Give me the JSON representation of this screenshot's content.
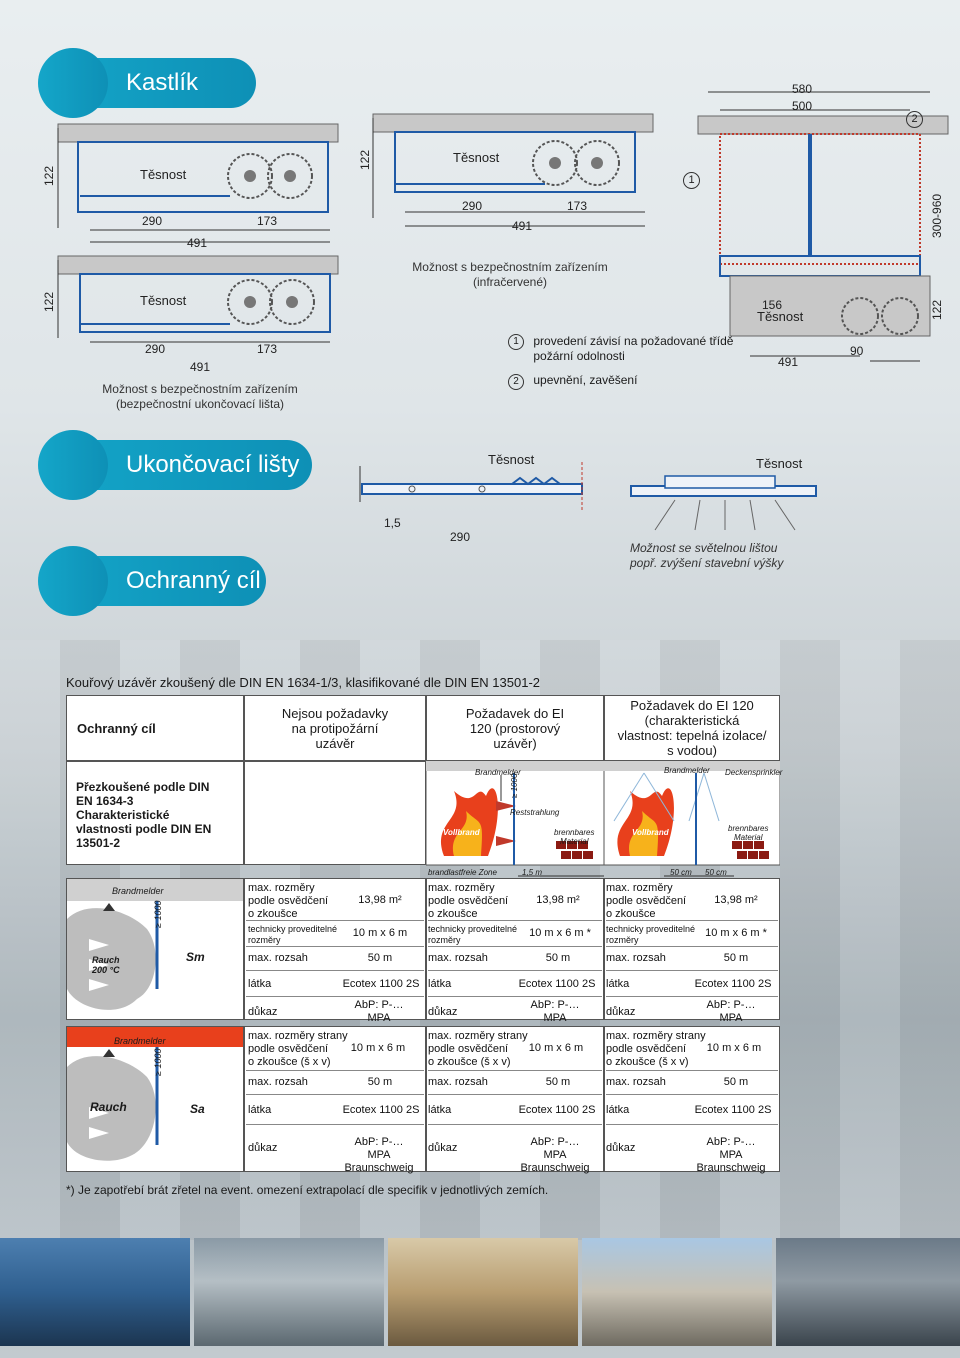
{
  "sections": {
    "kastlik": "Kastlík",
    "ukoncovaci_listy": "Ukončovací lišty",
    "ochranny_cil": "Ochranný cíl"
  },
  "top_drawings": {
    "d1": {
      "height": "122",
      "seal": "Těsnost",
      "w1": "290",
      "w2": "173",
      "total": "491"
    },
    "d2": {
      "height": "122",
      "seal": "Těsnost",
      "w1": "290",
      "w2": "173",
      "total": "491",
      "caption_line1": "Možnost s  bezpečnostním zařízením",
      "caption_line2": "(infračervené)"
    },
    "d3": {
      "height": "122",
      "seal": "Těsnost",
      "w1": "290",
      "w2": "173",
      "total": "491",
      "caption_line1": "Možnost s bezpečnostním zařízením",
      "caption_line2": "(bezpečnostní ukončovací lišta)"
    },
    "d4": {
      "dim_outer": "580",
      "dim_inner": "500",
      "marker1": "1",
      "marker2": "2",
      "height_range": "300-960",
      "height": "122",
      "seal_dim": "156",
      "seal": "Těsnost",
      "total": "491",
      "side": "90"
    }
  },
  "legend": [
    {
      "num": "1",
      "line1": "provedení závisí na požadované třídě",
      "line2": "požární odolnosti"
    },
    {
      "num": "2",
      "line1": "upevnění, zavěšení",
      "line2": ""
    }
  ],
  "end_strips": {
    "seal_a": "Těsnost",
    "seal_b": "Těsnost",
    "thickness": "1,5",
    "width": "290",
    "option_line1": "Možnost se světelnou lištou",
    "option_line2": "popř. zvýšení stavební výšky"
  },
  "heading": "Kouřový uzávěr zkoušený dle DIN EN 1634-1/3, klasifikované dle DIN EN 13501-2",
  "table": {
    "header": [
      "Ochranný cíl",
      "Nejsou požadavky na protipožární uzávěr",
      "Požadavek do EI 120 (prostorový uzávěr)",
      "Požadavek do EI 120 (charakteristická vlastnost: tepelná izolace/ s vodou)"
    ],
    "row_label": "Přezkoušené podle DIN EN 1634-3 Charakteristické vlastnosti podle DIN EN 13501-2",
    "fire_diagram_a": {
      "detector": "Brandmelder",
      "dist": "≥ 1000",
      "radiation": "Reststrahlung",
      "fire": "Vollbrand",
      "material_1": "brennbares",
      "material_2": "Material",
      "zone": "brandlastfreie Zone",
      "zone_w": "1,5 m"
    },
    "fire_diagram_b": {
      "detector": "Brandmelder",
      "sprinkler": "Deckensprinkler",
      "fire": "Vollbrand",
      "material_1": "brennbares",
      "material_2": "Material",
      "d1": "50 cm",
      "d2": "50 cm"
    },
    "smoke_a": {
      "detector": "Brandmelder",
      "dist": "≥ 1000",
      "smoke": "Rauch",
      "temp": "200 °C",
      "class": "Sm"
    },
    "smoke_b": {
      "detector": "Brandmelder",
      "dist": "≥ 1000",
      "smoke": "Rauch",
      "class": "Sa"
    },
    "sm_rows": {
      "max_dims_line1": "max. rozměry",
      "max_dims_line2": "podle osvědčení",
      "max_dims_line3": "o zkoušce",
      "area": "13,98 m²",
      "tech_line1": "technicky proveditelné",
      "tech_line2": "rozměry",
      "tech_a": "10 m x 6 m",
      "tech_b": "10 m x 6 m *",
      "tech_c": "10 m x 6 m *",
      "span_label": "max. rozsah",
      "span": "50 m",
      "fabric_label": "látka",
      "fabric": "Ecotex 1100 2S",
      "proof_label": "důkaz",
      "proof_line1": "AbP: P-…",
      "proof_line2": "MPA Braunschweig"
    },
    "sa_rows": {
      "max_dims_line1": "max. rozměry strany",
      "max_dims_line2": "podle osvědčení",
      "max_dims_line3": "o zkoušce (š x v)",
      "dims": "10 m x 6 m",
      "span_label": "max. rozsah",
      "span": "50 m",
      "fabric_label": "látka",
      "fabric": "Ecotex 1100 2S",
      "proof_label": "důkaz",
      "proof_line1": "AbP: P-…",
      "proof_line2": "MPA Braunschweig"
    }
  },
  "footnote": "*) Je zapotřebí brát zřetel na event. omezení extrapolací dle specifik v jednotlivých zemích.",
  "colors": {
    "accent": "#14a6c9",
    "fire": "#e8401c",
    "steel": "#1f5aa6"
  }
}
